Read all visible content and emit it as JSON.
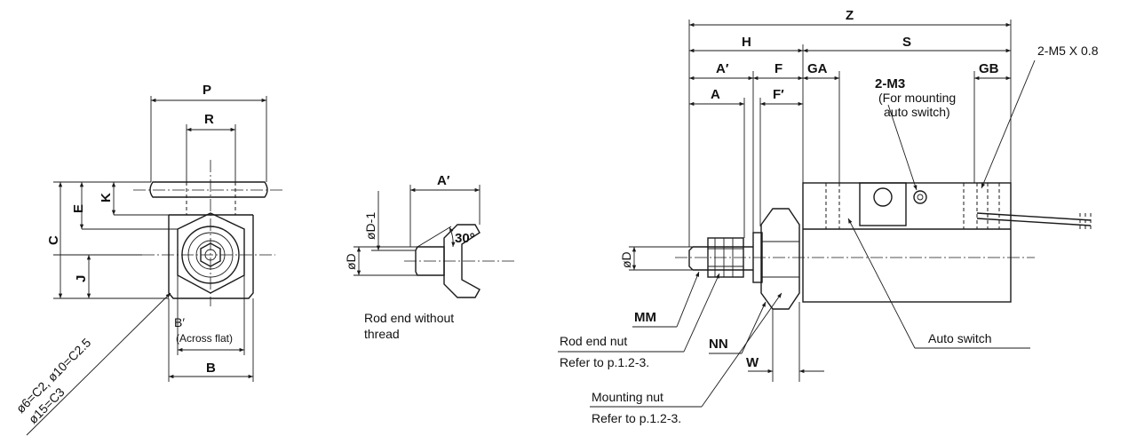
{
  "front_view": {
    "P": "P",
    "R": "R",
    "K": "K",
    "E": "E",
    "C": "C",
    "J": "J",
    "B_prime": "B′",
    "across_flat": "(Across flat)",
    "B": "B",
    "chamfer_line1": "ø6=C2, ø10=C2.5",
    "chamfer_line2": "ø15=C3"
  },
  "rod_view": {
    "A_prime": "A′",
    "D1": "øD-1",
    "D": "øD",
    "angle": "30°",
    "caption_line1": "Rod end without",
    "caption_line2": "thread"
  },
  "side_view": {
    "Z": "Z",
    "H": "H",
    "S": "S",
    "A_prime": "A′",
    "F": "F",
    "GA": "GA",
    "GB": "GB",
    "A": "A",
    "F_prime": "F′",
    "D": "øD",
    "port": "2-M5 X 0.8",
    "switch_mount": "2-M3",
    "switch_mount_note1": "(For mounting",
    "switch_mount_note2": "auto switch)",
    "MM": "MM",
    "NN": "NN",
    "W": "W",
    "rod_nut": "Rod end nut",
    "rod_nut_ref": "Refer to p.1.2-3.",
    "auto_switch": "Auto switch",
    "mount_nut": "Mounting nut",
    "mount_nut_ref": "Refer to p.1.2-3."
  }
}
